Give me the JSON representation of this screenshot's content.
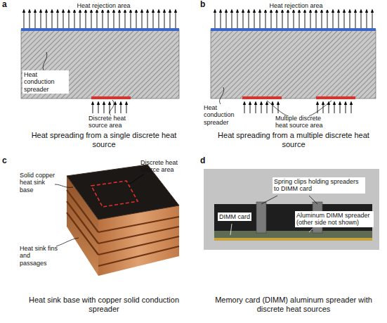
{
  "diagram": {
    "labels": [
      "a",
      "Heat rejection area",
      "Heat conduction spreader",
      "Discrete heat source area",
      "Heat spreading from a single discrete heat source",
      "b",
      "Heat rejection area",
      "Heat conduction spreader",
      "Multiple discrete heat source area",
      "Heat spreading from a multiple discrete heat source",
      "c",
      "Solid copper heat sink base",
      "Discrete heat source area",
      "Heat sink fins and passages",
      "Heat sink base with copper solid conduction spreader",
      "d",
      "Spring clips holding spreaders to DIMM card",
      "DIMM card",
      "Aluminum DIMM spreader (other side not shown)",
      "Memory card (DIMM) aluminum spreader with discrete heat sources"
    ]
  }
}
